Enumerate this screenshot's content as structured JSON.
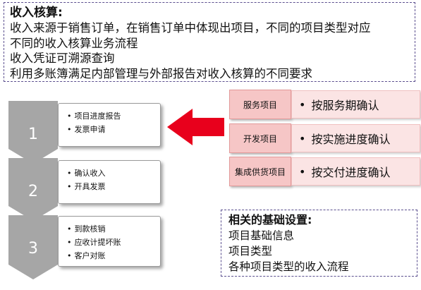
{
  "top": {
    "title": "收入核算:",
    "lines": [
      "收入来源于销售订单，在销售订单中体现出项目，不同的项目类型对应",
      "不同的收入核算业务流程",
      "收入凭证可溯源查询",
      "利用多账簿满足内部管理与外部报告对收入核算的不同要求"
    ]
  },
  "steps": [
    {
      "number": "1",
      "items": [
        "项目进度报告",
        "发票申请"
      ]
    },
    {
      "number": "2",
      "items": [
        "确认收入",
        "开具发票"
      ]
    },
    {
      "number": "3",
      "items": [
        "到款核销",
        "应收计提坏账",
        "客户对账"
      ]
    }
  ],
  "project_types": [
    {
      "label": "服务项目",
      "bullet": "•",
      "desc": "按服务期确认"
    },
    {
      "label": "开发项目",
      "bullet": "•",
      "desc": "按实施进度确认"
    },
    {
      "label": "集成供货项目",
      "bullet": "•",
      "desc": "按交付进度确认"
    }
  ],
  "settings": {
    "title": "相关的基础设置:",
    "lines": [
      "项目基础信息",
      "项目类型",
      "各种项目类型的收入流程"
    ]
  },
  "colors": {
    "chevron": "#a6a6a6",
    "arrow": "#e8001c",
    "label_fill": "#f6c6c6",
    "desc_fill": "#fbe4e4",
    "border_dashed": "#5b4f8f"
  }
}
